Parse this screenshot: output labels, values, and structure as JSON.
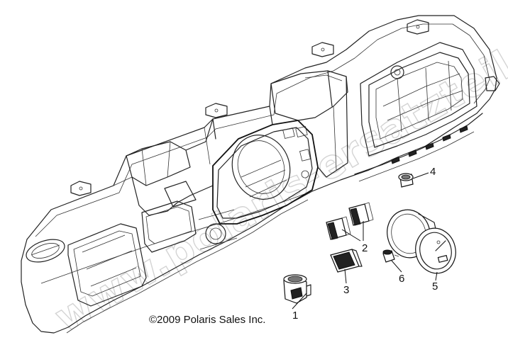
{
  "watermark": "www.polaris-ersatzteile.de",
  "copyright": "©2009 Polaris Sales Inc.",
  "callouts": {
    "c1": "1",
    "c2": "2",
    "c3": "3",
    "c4": "4",
    "c5": "5",
    "c6": "6"
  },
  "parts": {
    "c1": "ignition-switch",
    "c2": "rocker-switch-pair",
    "c3": "rocker-switch",
    "c4": "indicator-lamp",
    "c5": "speedometer-gauge",
    "c6": "gauge-bulb"
  }
}
